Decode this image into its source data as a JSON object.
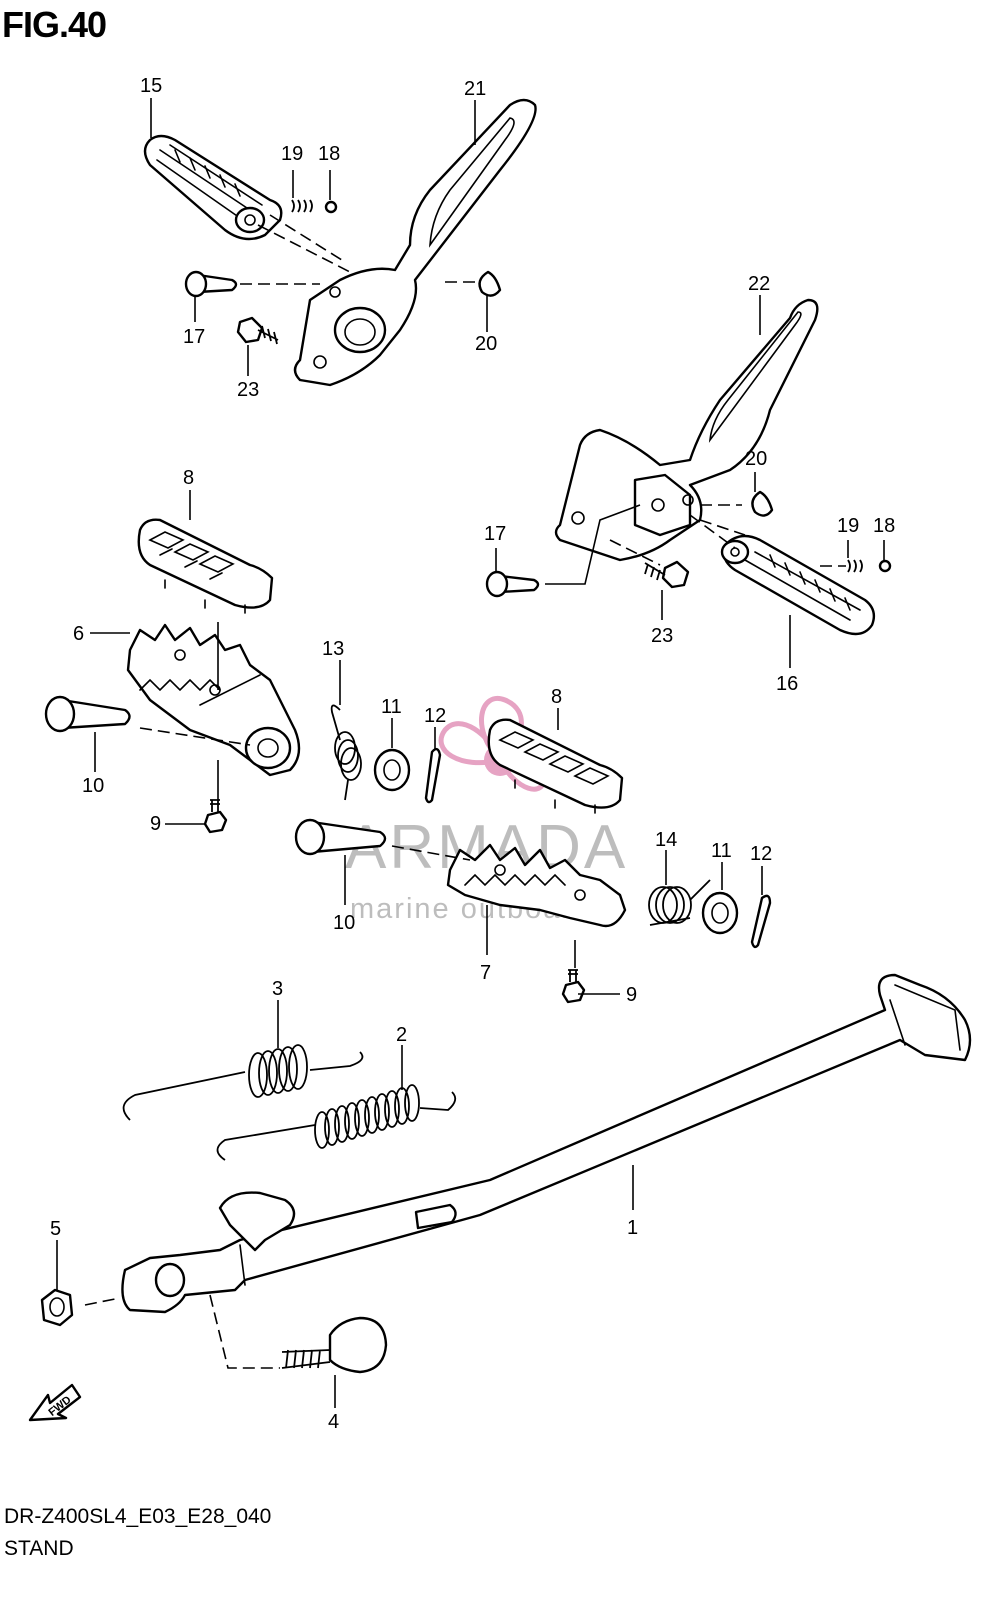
{
  "figure": {
    "title": "FIG.40",
    "model_code": "DR-Z400SL4_E03_E28_040",
    "group_name": "STAND"
  },
  "watermark": {
    "brand": "ARMADA",
    "tagline": "marine outboards",
    "accent_color": "#e6a3c3"
  },
  "fwd_arrow_label": "FWD",
  "callouts": {
    "c1": "1",
    "c2": "2",
    "c3": "3",
    "c4": "4",
    "c5": "5",
    "c6": "6",
    "c7": "7",
    "c8a": "8",
    "c8b": "8",
    "c9a": "9",
    "c9b": "9",
    "c10a": "10",
    "c10b": "10",
    "c11a": "11",
    "c11b": "11",
    "c12a": "12",
    "c12b": "12",
    "c13": "13",
    "c14": "14",
    "c15": "15",
    "c16": "16",
    "c17a": "17",
    "c17b": "17",
    "c18a": "18",
    "c18b": "18",
    "c19a": "19",
    "c19b": "19",
    "c20a": "20",
    "c20b": "20",
    "c21": "21",
    "c22": "22",
    "c23a": "23",
    "c23b": "23"
  }
}
